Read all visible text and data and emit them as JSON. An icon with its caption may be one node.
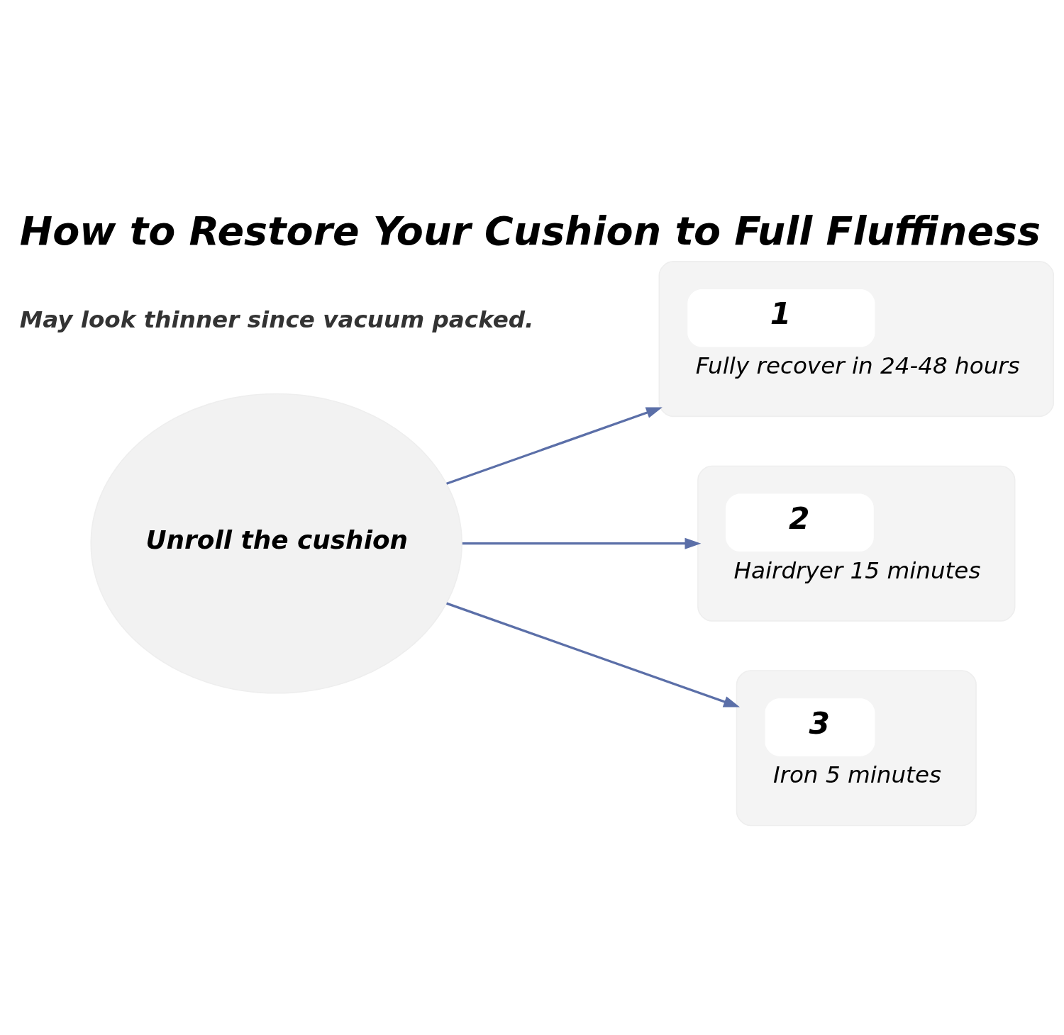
{
  "diagram": {
    "title": "How to Restore Your Cushion to Full Fluffiness",
    "nodes": [
      {
        "text": [
          "Unroll the cushion"
        ]
      },
      {
        "text": [
          "1",
          "Fully recover in 24-48 hours"
        ]
      },
      {
        "text": [
          "2",
          "Hairdryer 15 minutes"
        ]
      },
      {
        "text": [
          "3",
          "Iron 5 minutes"
        ]
      }
    ],
    "edges": [
      {
        "from": 0,
        "to": 1,
        "arrow": "to"
      },
      {
        "from": 0,
        "to": 2,
        "arrow": "to"
      },
      {
        "from": 0,
        "to": 3,
        "arrow": "to"
      }
    ],
    "labels": [
      "May look thinner since vacuum packed."
    ]
  }
}
